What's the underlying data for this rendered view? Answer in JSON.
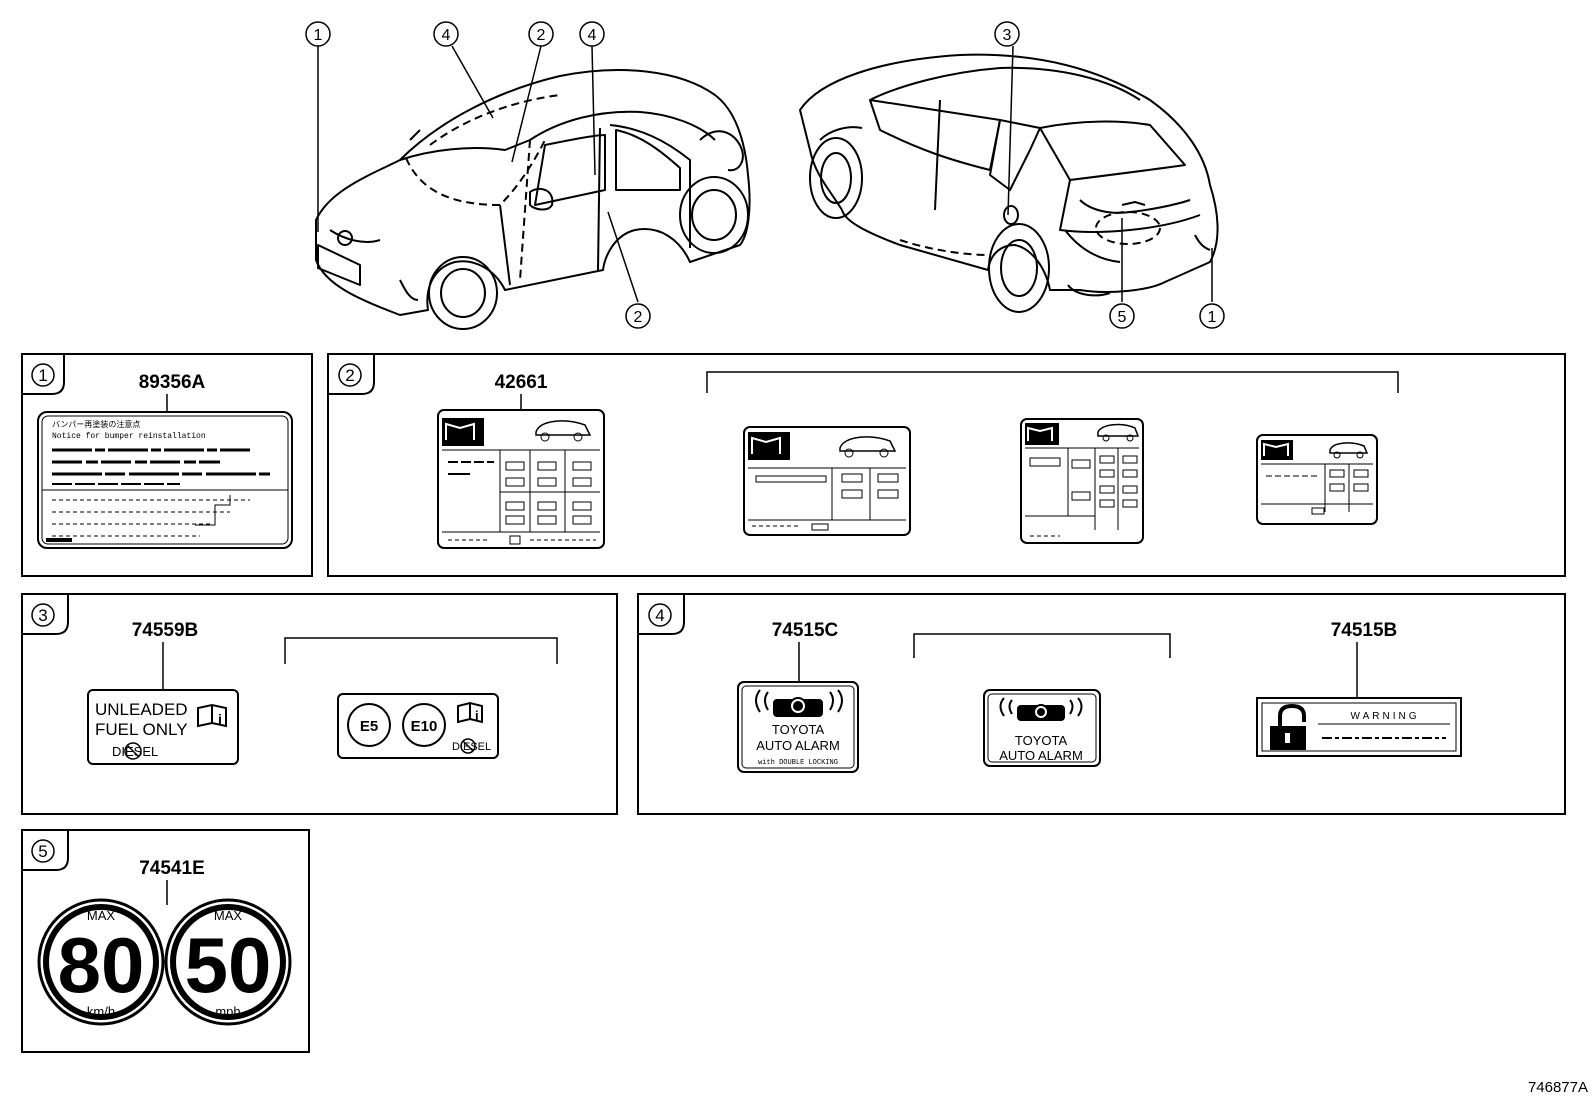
{
  "callouts": {
    "c1": "①",
    "c2": "②",
    "c3": "③",
    "c4": "④",
    "c5": "⑤"
  },
  "panels": {
    "p1": {
      "number": "①",
      "part": "89356A",
      "label_line1": "バンパー再塗装の注意点",
      "label_line2": "Notice for bumper reinstallation"
    },
    "p2": {
      "number": "②",
      "part": "42661"
    },
    "p3": {
      "number": "③",
      "part": "74559B",
      "fuel_line1": "UNLEADED",
      "fuel_line2": "FUEL ONLY",
      "diesel": "DIESEL",
      "e5": "E5",
      "e10": "E10"
    },
    "p4": {
      "number": "④",
      "part_left": "74515C",
      "part_right": "74515B",
      "alarm_brand": "TOYOTA",
      "alarm_text": "AUTO ALARM",
      "alarm_sub": "with DOUBLE LOCKING",
      "warning": "WARNING"
    },
    "p5": {
      "number": "⑤",
      "part": "74541E",
      "max_label": "MAX",
      "kmh_value": "80",
      "kmh_unit": "km/h",
      "mph_value": "50",
      "mph_unit": "mph"
    }
  },
  "figure_id": "746877A"
}
